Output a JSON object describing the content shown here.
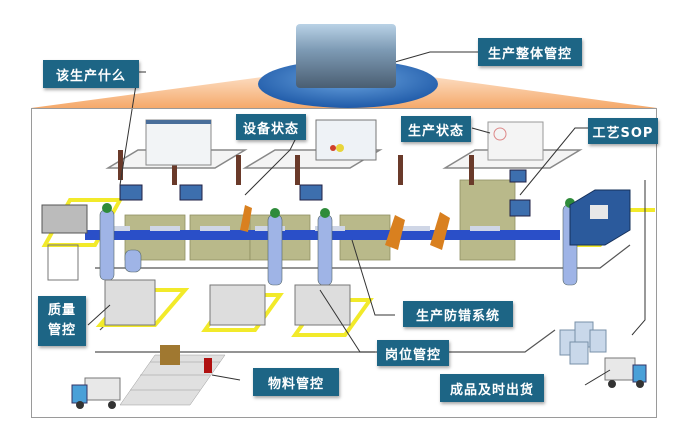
{
  "diagram": {
    "title_label": "生产整体管控",
    "callouts": {
      "what_to_produce": "该生产什么",
      "equipment_status": "设备状态",
      "production_status": "生产状态",
      "process_sop": "工艺SOP",
      "quality_control_line1": "质量",
      "quality_control_line2": "管控",
      "error_proofing": "生产防错系统",
      "post_control": "岗位管控",
      "material_control": "物料管控",
      "finished_goods_shipping": "成品及时出货"
    },
    "colors": {
      "label_bg": "#1d6585",
      "label_text": "#ffffff",
      "fan_orange": "#f7b27a",
      "ellipse_blue": "#2f6fbf",
      "floor_yellow": "#f2ea2a",
      "conveyor_blue": "#2a4fc8",
      "workstation_olive": "#b9b98a",
      "worker_blue": "#9fb4e6"
    }
  }
}
